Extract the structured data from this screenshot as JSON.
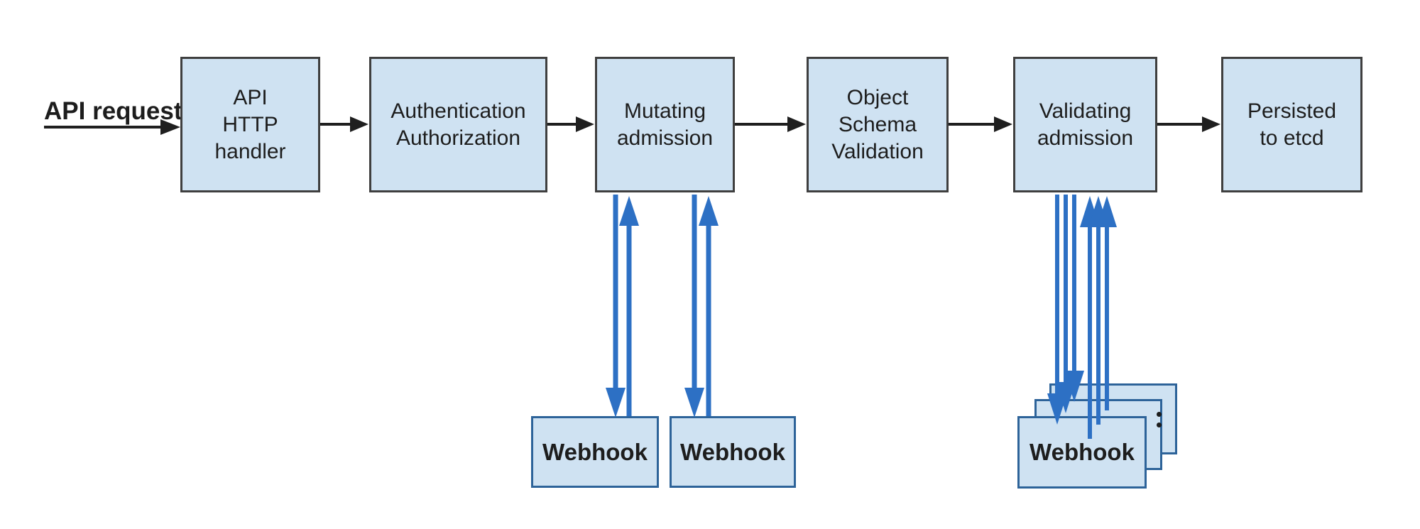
{
  "flow": {
    "request_label": "API request",
    "stages": [
      {
        "label": "API\nHTTP\nhandler"
      },
      {
        "label": "Authentication\nAuthorization"
      },
      {
        "label": "Mutating\nadmission"
      },
      {
        "label": "Object\nSchema\nValidation"
      },
      {
        "label": "Validating\nadmission"
      },
      {
        "label": "Persisted\nto etcd"
      }
    ]
  },
  "webhooks": {
    "mutating": [
      {
        "label": "Webhook"
      },
      {
        "label": "Webhook"
      }
    ],
    "validating": {
      "front_label": "Webhook",
      "stack_count": 3
    },
    "icons": {
      "more_indicator": "vertical-ellipsis-icon"
    }
  },
  "colors": {
    "box_fill": "#cfe2f2",
    "stage_border": "#3f3f3f",
    "webhook_border": "#2d6399",
    "arrow_black": "#1f1f1f",
    "arrow_blue": "#2d70c4",
    "text_color": "#1d1d1d"
  }
}
